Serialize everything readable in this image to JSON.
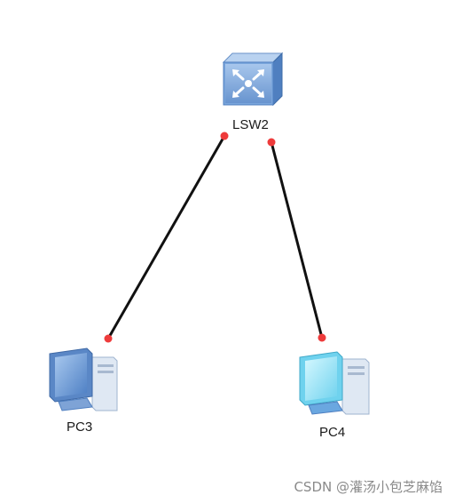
{
  "nodes": [
    {
      "id": "lsw2",
      "label": "LSW2",
      "kind": "switch",
      "icon": "switch-icon"
    },
    {
      "id": "pc3",
      "label": "PC3",
      "kind": "pc",
      "icon": "pc-icon"
    },
    {
      "id": "pc4",
      "label": "PC4",
      "kind": "pc",
      "icon": "pc-icon"
    }
  ],
  "links": [
    {
      "from": "lsw2",
      "to": "pc3"
    },
    {
      "from": "lsw2",
      "to": "pc4"
    }
  ],
  "colors": {
    "link": "#111111",
    "port_dot": "#ee3b3b",
    "switch_face": "#7aa6dc",
    "switch_top": "#b9d2f0",
    "switch_side": "#4f7fc0",
    "pc3_screen": "#6f9fd8",
    "pc4_screen": "#8fe0f5",
    "tower": "#dfe8f3"
  },
  "watermark": "CSDN @灌汤小包芝麻馅"
}
